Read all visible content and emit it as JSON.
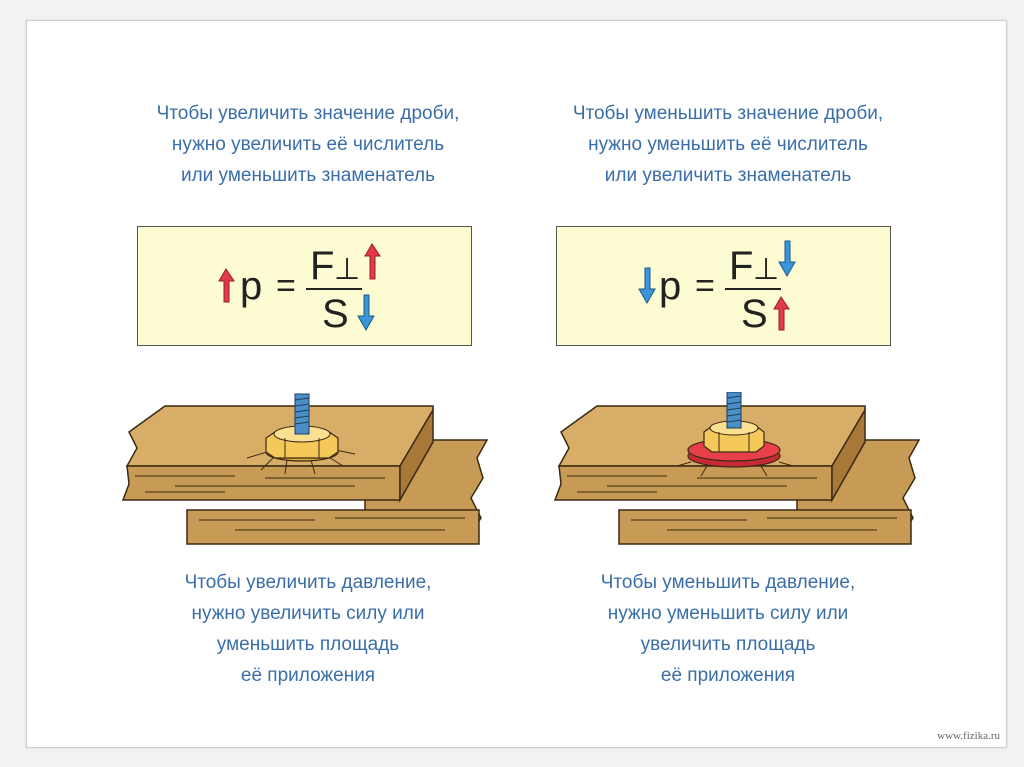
{
  "left": {
    "fraction_caption": [
      "Чтобы увеличить значение дроби,",
      "нужно увеличить её числитель",
      "или уменьшить знаменатель"
    ],
    "pressure_caption": [
      "Чтобы увеличить давление,",
      "нужно увеличить силу или",
      "уменьшить площадь",
      "её приложения"
    ],
    "arrows": {
      "p": "up",
      "F": "up",
      "S": "down"
    }
  },
  "right": {
    "fraction_caption": [
      "Чтобы уменьшить значение дроби,",
      "нужно уменьшить её числитель",
      "или увеличить знаменатель"
    ],
    "pressure_caption": [
      "Чтобы уменьшить давление,",
      "нужно уменьшить силу или",
      "увеличить площадь",
      "её приложения"
    ],
    "arrows": {
      "p": "down",
      "F": "down",
      "S": "up"
    }
  },
  "formula": {
    "lhs": "p",
    "eq": "=",
    "numerator": "F",
    "perp": "⊥",
    "denominator": "S"
  },
  "colors": {
    "caption": "#3a6ea8",
    "box_bg": "#fdfbd2",
    "arrow_red": "#e03a4b",
    "arrow_blue": "#3a96d8",
    "wood": "#c79a55",
    "wood_dark": "#a87838",
    "nut": "#f5c85a",
    "bolt": "#4a8fc8",
    "washer": "#e8404a"
  },
  "credit": "www.fizika.ru"
}
